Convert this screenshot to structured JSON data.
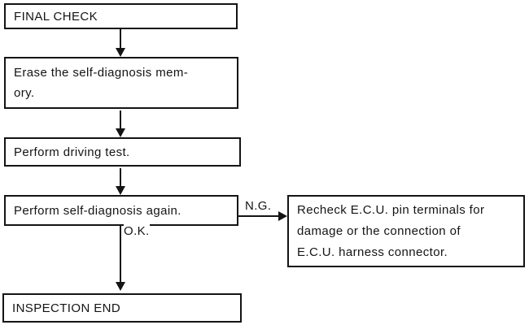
{
  "nodes": {
    "final_check": "FINAL CHECK",
    "erase_memory": "Erase the self-diagnosis mem-\nory.",
    "driving_test": "Perform driving test.",
    "self_diagnosis": "Perform self-diagnosis again.",
    "recheck_ecu": "Recheck E.C.U. pin terminals for\ndamage or the connection of\nE.C.U. harness connector.",
    "inspection_end": "INSPECTION END"
  },
  "labels": {
    "ng": "N.G.",
    "ok": "O.K."
  },
  "colors": {
    "line": "#141414",
    "text": "#141414",
    "background": "#ffffff"
  },
  "chart_data": {
    "type": "flowchart",
    "title": "FINAL CHECK",
    "steps": [
      "FINAL CHECK",
      "Erase the self-diagnosis memory.",
      "Perform driving test.",
      "Perform self-diagnosis again.",
      "INSPECTION END"
    ],
    "branches": [
      {
        "from": "Perform self-diagnosis again.",
        "condition": "N.G.",
        "to": "Recheck E.C.U. pin terminals for damage or the connection of E.C.U. harness connector."
      },
      {
        "from": "Perform self-diagnosis again.",
        "condition": "O.K.",
        "to": "INSPECTION END"
      }
    ]
  }
}
